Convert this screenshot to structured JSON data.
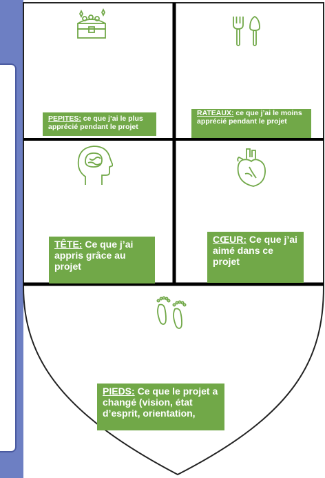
{
  "colors": {
    "accent_green": "#71a848",
    "side_strip": "#6d7fc3",
    "divider": "#000000"
  },
  "sections": {
    "pepites": {
      "keyword": "PEPITES:",
      "text": " ce que j’ai le plus apprécié pendant le projet",
      "icon": "treasure-chest-icon"
    },
    "rateaux": {
      "keyword": "RATEAUX:",
      "text": " ce que j’ai le moins apprécié pendant le projet",
      "icon": "garden-tools-icon"
    },
    "tete": {
      "keyword": "TÊTE:",
      "text": " Ce que j’ai appris grâce au projet",
      "icon": "brain-head-icon"
    },
    "coeur": {
      "keyword": "CŒUR:",
      "text": " Ce que j’ai aimé dans ce projet",
      "icon": "anatomical-heart-icon"
    },
    "pieds": {
      "keyword": "PIEDS:",
      "text": " Ce que le projet a changé (vision, état d’esprit, orientation,",
      "icon": "footprints-icon"
    }
  }
}
